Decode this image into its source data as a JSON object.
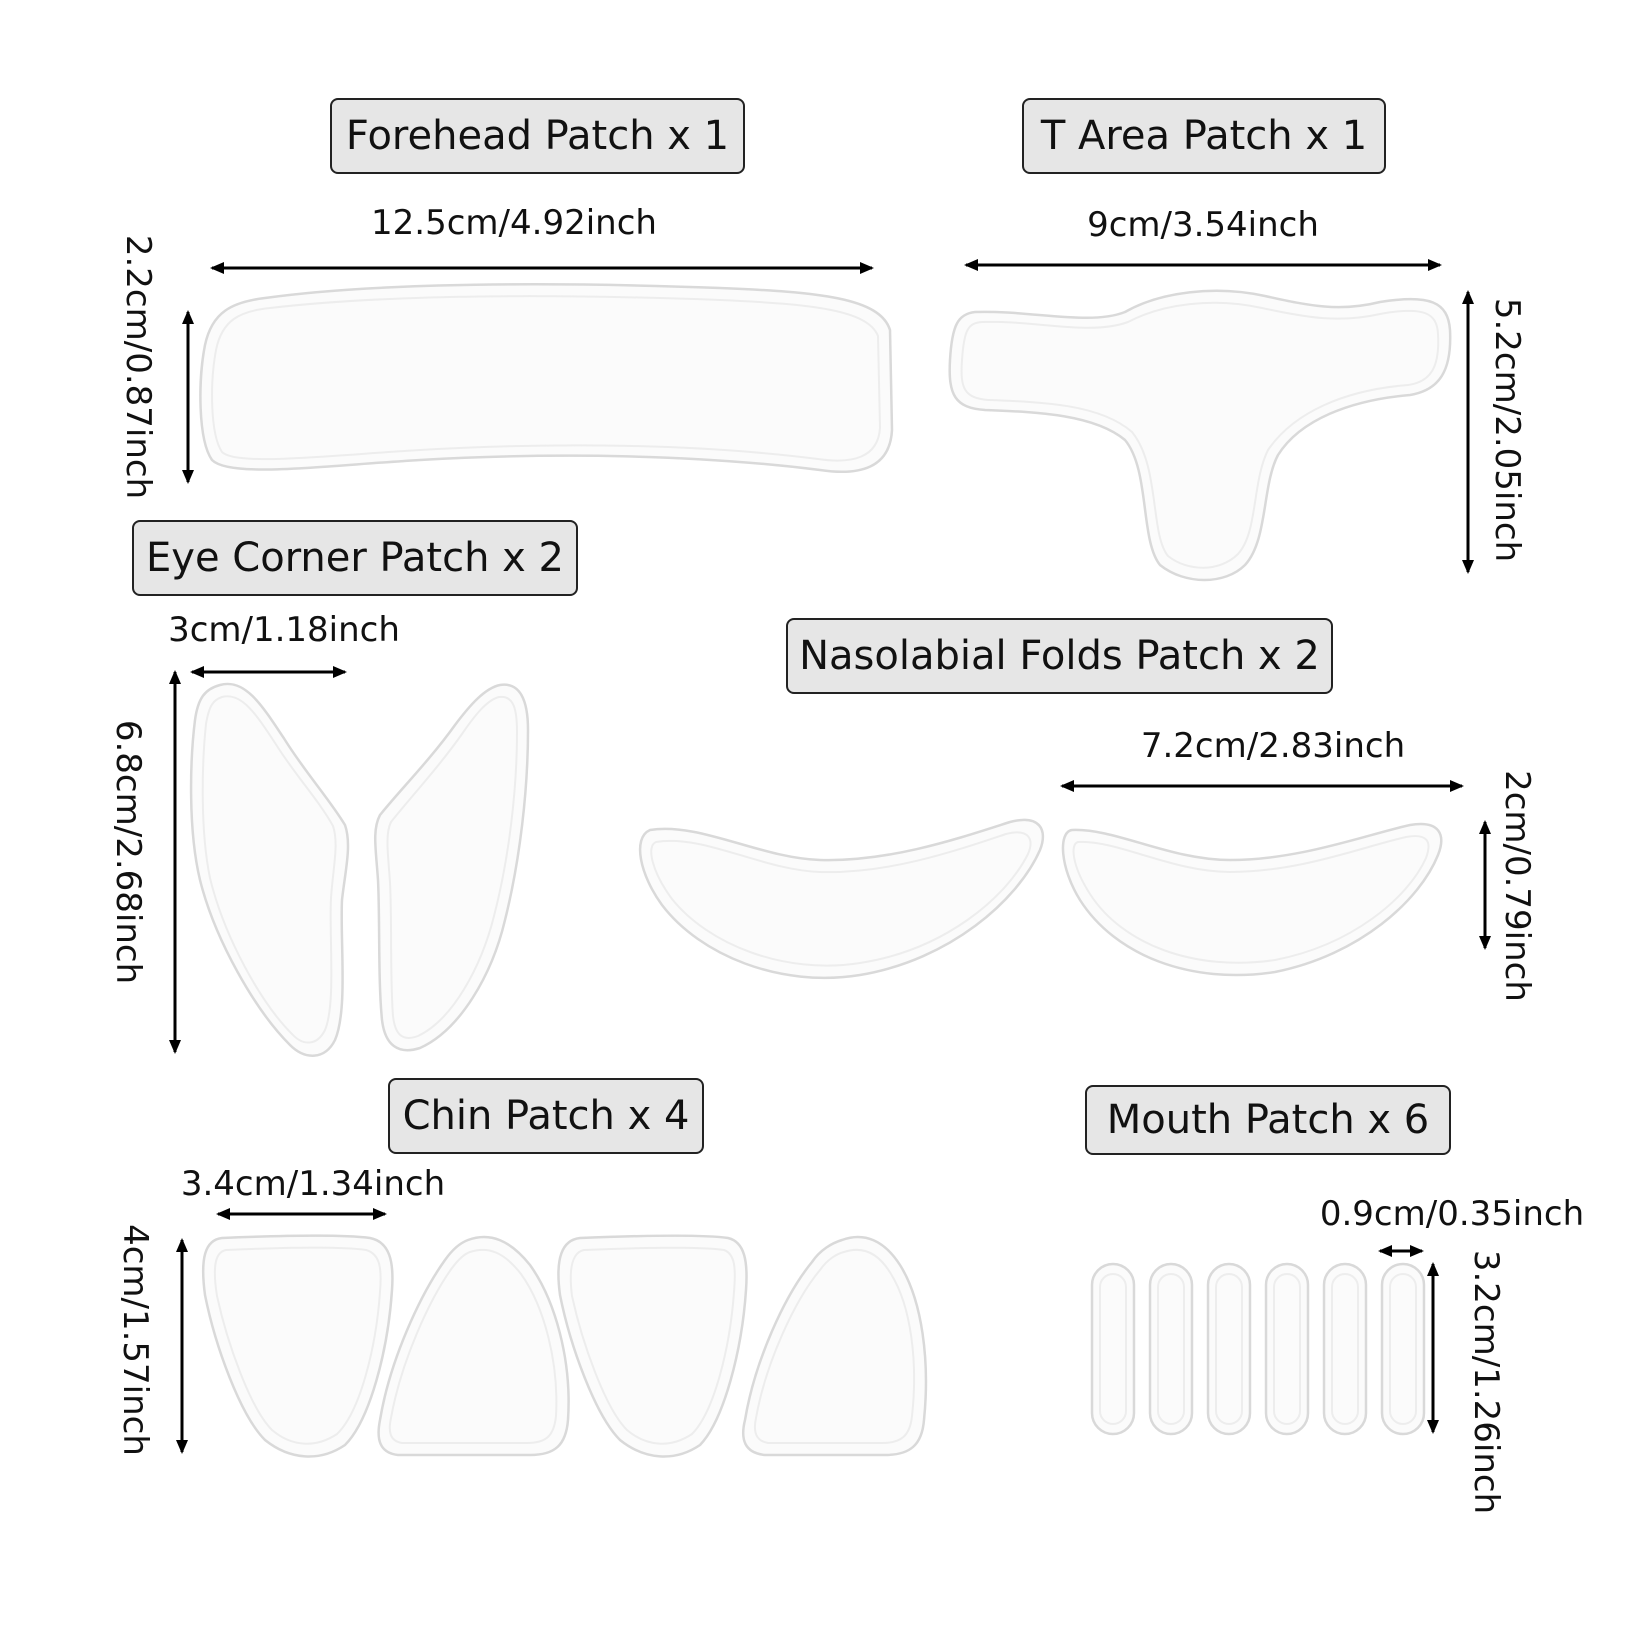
{
  "sections": {
    "forehead": {
      "title": "Forehead Patch x 1",
      "width": "12.5cm/4.92inch",
      "height": "2.2cm/0.87inch"
    },
    "t_area": {
      "title": "T Area Patch x 1",
      "width": "9cm/3.54inch",
      "height": "5.2cm/2.05inch"
    },
    "eye_corner": {
      "title": "Eye Corner Patch x 2",
      "width": "3cm/1.18inch",
      "height": "6.8cm/2.68inch"
    },
    "nasolabial": {
      "title": "Nasolabial Folds Patch x 2",
      "width": "7.2cm/2.83inch",
      "height": "2cm/0.79inch"
    },
    "chin": {
      "title": "Chin Patch x 4",
      "width": "3.4cm/1.34inch",
      "height": "4cm/1.57inch"
    },
    "mouth": {
      "title": "Mouth Patch x 6",
      "width": "0.9cm/0.35inch",
      "height": "3.2cm/1.26inch"
    }
  },
  "colors": {
    "label_bg": "#e6e6e6",
    "label_border": "#222222",
    "patch_fill": "#fbfbfb",
    "patch_edge": "#d9d9d9"
  }
}
